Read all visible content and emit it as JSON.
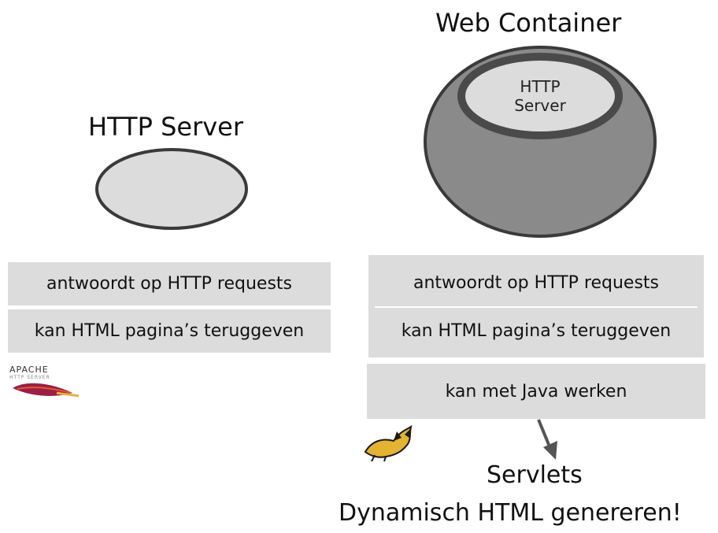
{
  "left": {
    "title": "HTTP Server",
    "boxes": [
      "antwoordt op HTTP requests",
      "kan HTML pagina’s teruggeven"
    ],
    "logo": {
      "name": "APACHE",
      "sub": "HTTP SERVER"
    }
  },
  "right": {
    "title": "Web Container",
    "inner_label_line1": "HTTP",
    "inner_label_line2": "Server",
    "boxes": [
      "antwoordt op HTTP requests",
      "kan HTML pagina’s teruggeven"
    ],
    "extra_box": "kan met Java werken",
    "logo_icon": "tomcat-icon"
  },
  "footer": {
    "line1": "Servlets",
    "line2": "Dynamisch HTML genereren!"
  },
  "colors": {
    "box_fill": "#dcdcdc",
    "ellipse_light": "#dcdcdc",
    "ellipse_dark": "#8a8a8a",
    "ellipse_stroke": "#3a3a3a",
    "arrow": "#555555"
  }
}
